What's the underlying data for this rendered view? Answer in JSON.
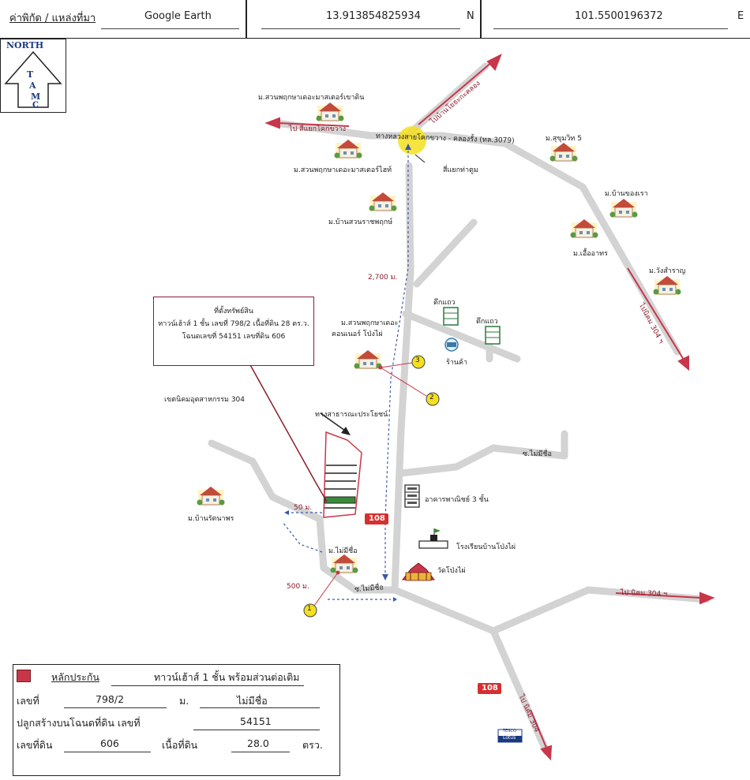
{
  "header": {
    "coord_label": "ค่าพิกัด / แหล่งที่มา",
    "source": "Google Earth",
    "latitude": "13.913854825934",
    "lat_dir": "N",
    "longitude": "101.5500196372",
    "lon_dir": "E"
  },
  "north_arrow": {
    "label": "NORTH",
    "letters": [
      "T",
      "A",
      "M",
      "C"
    ]
  },
  "map": {
    "villages": {
      "v1": "ม.สวนพฤกษาเดอะมาสเตอร์เขาดิน",
      "v2": "ม.สวนพฤกษาเดอะมาสเตอร์ไฮท์",
      "v3": "ม.บ้านสวนราชพฤกษ์",
      "v4": "ม.สุขุมวิท 5",
      "v5": "ม.บ้านของเรา",
      "v6": "ม.เอื้ออาทร",
      "v7": "ม.วังสำราญ",
      "v8": "ม.สวนพฤกษาเดอะ",
      "v8b": "คอนเนอร์ โป่งไผ่",
      "v9": "ม.บ้านรัตนาพร",
      "v10": "ม.ไม่มีชื่อ"
    },
    "roads": {
      "main_road": "ทางหลวงสายโคกขวาง - คลองรั้ง (ทล.3079)",
      "to_intersection": "ไป สี่แยกโคกขวาง",
      "to_ban": "ไปบ้านโยธะกะคลอง",
      "to_nikhom_right": "ไปนิคม 304 ฯ",
      "to_nikhom_east": "ไป นิคม 304 ฯ",
      "to_nikhom_south": "ไป นิคม 304",
      "intersection": "สี่แยกท่าตูม",
      "soi_mai_mi_chue": "ซ.ไม่มีชื่อ",
      "soi_mai_mi_chue_2": "ซ.ไม่มีชื่อ",
      "industrial_zone": "เขตนิคมอุตสาหกรรม 304",
      "public_way": "ทางสาธารณะประโยชน์"
    },
    "places": {
      "building1": "ตึกแถว",
      "building2": "ตึกแถว",
      "shop": "ร้านค้า",
      "commercial": "อาคารพาณิชย์ 3 ชั้น",
      "school": "โรงเรียนบ้านโป่งไผ่",
      "temple": "วัดโป่งไผ่",
      "store108_a": "108",
      "store108_b": "108",
      "lotus": "Lotus",
      "tesco": "TESCO"
    },
    "distances": {
      "d1": "2,700 ม.",
      "d2": "50 ม.",
      "d3": "500 ม."
    },
    "markers": [
      "1",
      "2",
      "3"
    ]
  },
  "callout": {
    "line1": "ที่ตั้งทรัพย์สิน",
    "line2": "ทาวน์เฮ้าส์ 1 ชั้น เลขที่ 798/2 เนื้อที่ดิน 28 ตร.ว.",
    "line3": "โฉนดเลขที่ 54151 เลขที่ดิน 606"
  },
  "legend": {
    "title": "หลักประกัน",
    "desc": "ทาวน์เฮ้าส์ 1 ชั้น พร้อมส่วนต่อเติม",
    "no_label": "เลขที่",
    "no_value": "798/2",
    "moo_label": "ม.",
    "moo_value": "ไม่มีชื่อ",
    "deed_label": "ปลูกสร้างบนโฉนดที่ดิน เลขที่",
    "deed_value": "54151",
    "parcel_label": "เลขที่ดิน",
    "parcel_value": "606",
    "area_label": "เนื้อที่ดิน",
    "area_value": "28.0",
    "area_unit": "ตรว."
  },
  "colors": {
    "road": "#d3d3d3",
    "arrow": "#c8364a",
    "callout": "#8b1c2c",
    "marker": "#f4e020",
    "plot": "#c8364a"
  }
}
